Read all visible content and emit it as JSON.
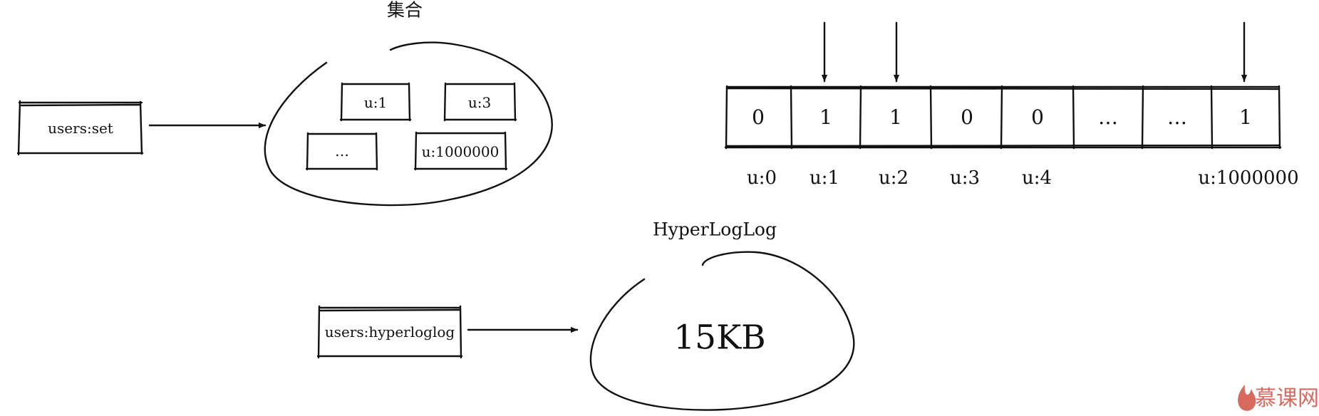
{
  "set_section": {
    "title": "集合",
    "key_label": "users:set",
    "members": [
      "u:1",
      "u:3",
      "…",
      "u:1000000"
    ]
  },
  "bitmap_section": {
    "cells": [
      "0",
      "1",
      "1",
      "0",
      "0",
      "…",
      "…",
      "1"
    ],
    "index_labels": [
      "u:0",
      "u:1",
      "u:2",
      "u:3",
      "u:4",
      "u:1000000"
    ]
  },
  "hyperloglog_section": {
    "title": "HyperLogLog",
    "key_label": "users:hyperloglog",
    "size_label": "15KB"
  },
  "watermark": {
    "text": "慕课网",
    "color": "#d7695f"
  }
}
